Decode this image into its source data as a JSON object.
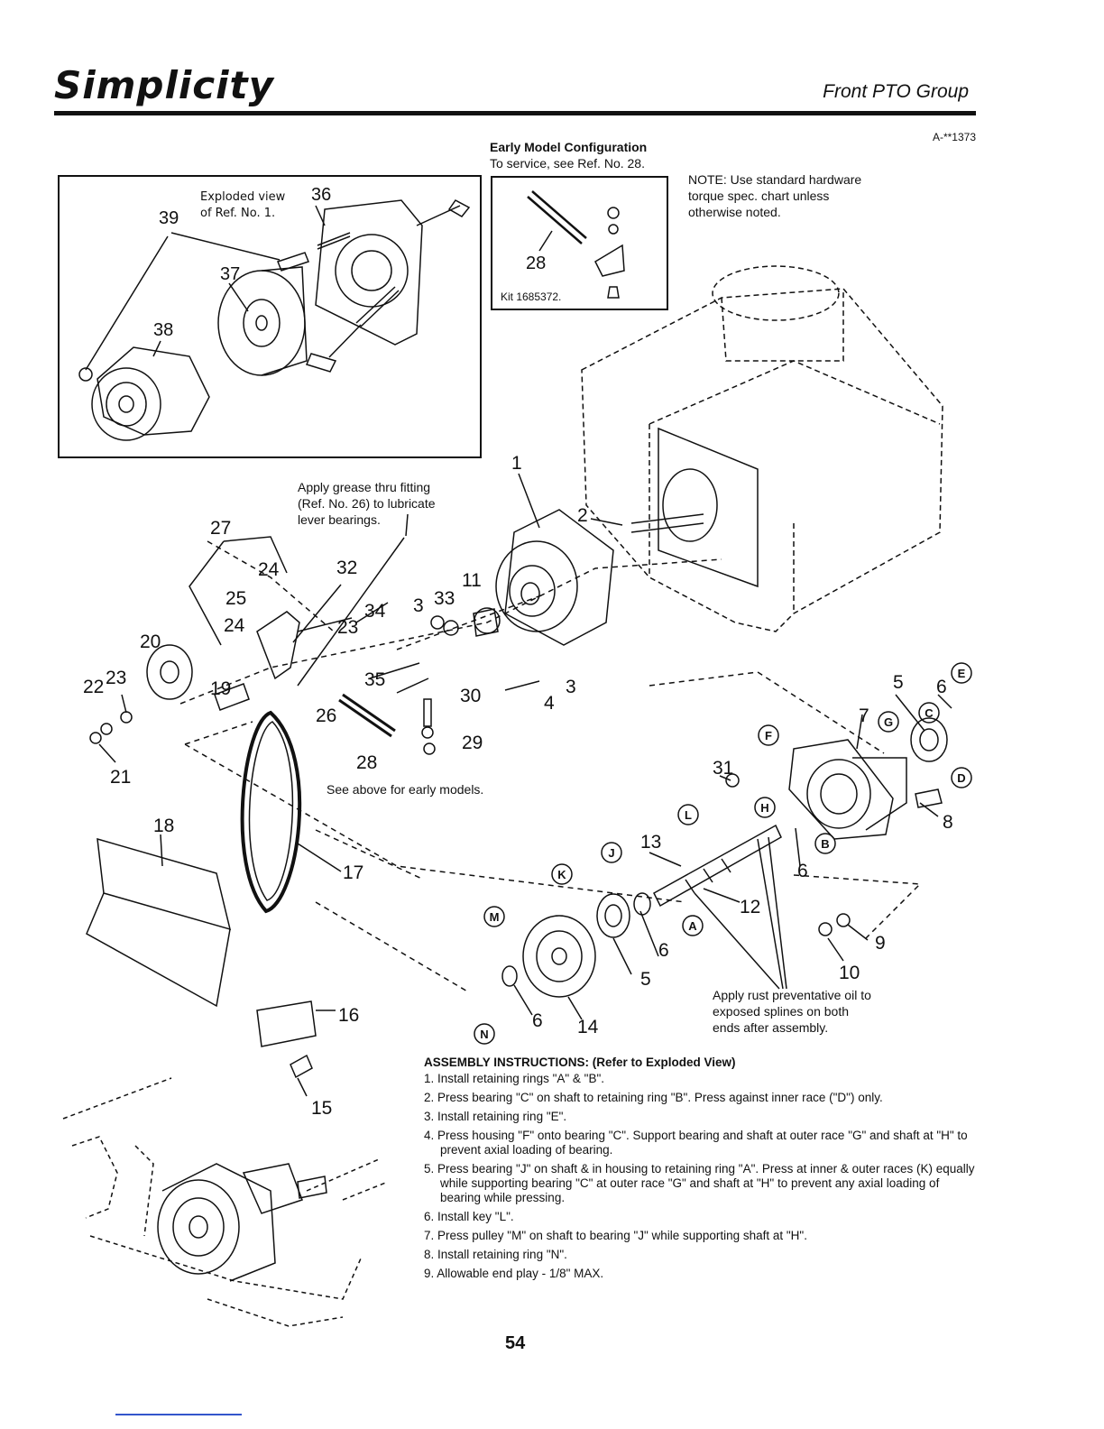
{
  "header": {
    "brand": "Simplicity",
    "section_title": "Front PTO Group",
    "figure_id": "A-**1373"
  },
  "inset_exploded": {
    "caption_line1": "Exploded view",
    "caption_line2": "of Ref. No. 1.",
    "refs": [
      "36",
      "39",
      "37",
      "38"
    ]
  },
  "inset_early": {
    "title": "Early Model Configuration",
    "subtitle": "To service, see Ref. No. 28.",
    "ref": "28",
    "kit": "Kit 1685372."
  },
  "note_hardware": {
    "line1": "NOTE: Use standard hardware",
    "line2": "torque spec. chart unless",
    "line3": "otherwise noted."
  },
  "note_grease": {
    "line1": "Apply grease thru fitting",
    "line2": "(Ref. No. 26) to lubricate",
    "line3": "lever bearings."
  },
  "note_early": "See above for early models.",
  "note_rust": {
    "line1": "Apply rust preventative oil to",
    "line2": "exposed splines on both",
    "line3": "ends after assembly."
  },
  "callouts": {
    "c1": "1",
    "c2": "2",
    "c3a": "3",
    "c3b": "3",
    "c4": "4",
    "c5a": "5",
    "c5b": "5",
    "c6a": "6",
    "c6b": "6",
    "c6c": "6",
    "c6d": "6",
    "c7": "7",
    "c8": "8",
    "c9": "9",
    "c10": "10",
    "c11": "11",
    "c12": "12",
    "c13": "13",
    "c14": "14",
    "c15": "15",
    "c16": "16",
    "c17": "17",
    "c18": "18",
    "c19": "19",
    "c20": "20",
    "c21": "21",
    "c22": "22",
    "c23a": "23",
    "c23b": "23",
    "c24a": "24",
    "c24b": "24",
    "c25": "25",
    "c26": "26",
    "c27": "27",
    "c28": "28",
    "c29": "29",
    "c30": "30",
    "c31": "31",
    "c32": "32",
    "c33": "33",
    "c34": "34",
    "c35": "35"
  },
  "letters": {
    "A": "A",
    "B": "B",
    "C": "C",
    "D": "D",
    "E": "E",
    "F": "F",
    "G": "G",
    "H": "H",
    "J": "J",
    "K": "K",
    "L": "L",
    "M": "M",
    "N": "N"
  },
  "instructions": {
    "title": "ASSEMBLY INSTRUCTIONS: (Refer to Exploded View)",
    "steps": [
      "1. Install retaining rings \"A\" & \"B\".",
      "2. Press bearing \"C\" on shaft to retaining ring \"B\". Press against inner race (\"D\") only.",
      "3. Install retaining ring \"E\".",
      "4. Press housing \"F\" onto bearing \"C\". Support bearing and shaft at outer race \"G\" and shaft at \"H\" to prevent axial loading of bearing.",
      "5. Press bearing \"J\" on shaft & in housing to retaining ring \"A\". Press at inner & outer races (K) equally while supporting bearing \"C\" at outer race \"G\" and shaft at \"H\" to prevent any axial loading of bearing while pressing.",
      "6. Install key \"L\".",
      "7. Press pulley \"M\" on shaft to bearing \"J\" while supporting shaft at \"H\".",
      "8. Install retaining ring \"N\".",
      "9. Allowable end play - 1/8\" MAX."
    ]
  },
  "page_number": "54"
}
